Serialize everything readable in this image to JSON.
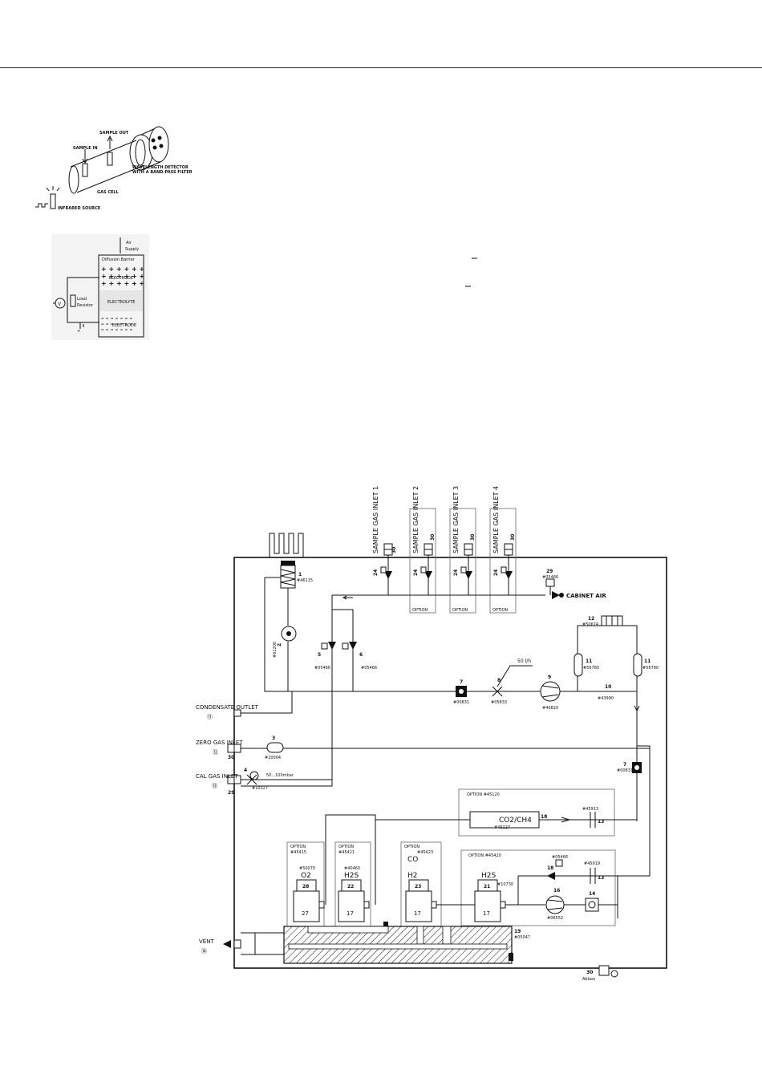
{
  "figure1": {
    "labels": {
      "sample_in": "SAMPLE IN",
      "sample_out": "SAMPLE OUT",
      "detector": "WAVELENGTH DETECTOR",
      "detector2": "WITH A BAND-PASS FILTER",
      "gas_cell": "GAS CELL",
      "ir_source": "INFRARED SOURCE"
    }
  },
  "figure2": {
    "labels": {
      "air": "Air",
      "supply": "Supply",
      "diffusion": "Diffusion Barrier",
      "electrode_top": "ELECTRODE",
      "electrolyte": "ELECTROLYTE",
      "load1": "Load",
      "load2": "Resistor",
      "electrode_bottom": "ELECTRODE"
    }
  },
  "schematic": {
    "inlets": [
      {
        "name": "SAMPLE GAS INLET 1",
        "num": "30"
      },
      {
        "name": "SAMPLE GAS INLET 2",
        "num": "30"
      },
      {
        "name": "SAMPLE GAS INLET 3",
        "num": "30"
      },
      {
        "name": "SAMPLE GAS INLET 4",
        "num": "30"
      }
    ],
    "option_label": "OPTION",
    "cabinet_air": "CABINET AIR",
    "left_ports": {
      "condensate": "CONDENSATE OUTLET",
      "condensate_num": "⑪",
      "zero_gas": "ZERO GAS INLET",
      "zero_num": "⑫",
      "cal_gas": "CAL GAS INLET",
      "cal_num": "⑬",
      "vent": "VENT",
      "vent_num": "⑭"
    },
    "parts": {
      "p1": "1",
      "p1_code": "#46115",
      "p2": "2",
      "p2_code": "#61200",
      "p3": "3",
      "p3_code": "#20004",
      "p4": "4",
      "p4_code": "#10327",
      "p4_range": "50...100mbar",
      "p5": "5",
      "p5_code": "#05466",
      "p6": "6",
      "p6_code": "#05466",
      "p7a": "7",
      "p7a_code": "#00831",
      "p7b": "7",
      "p7b_code": "#00831",
      "p8": "8",
      "p8_code": "#05833",
      "p8_flow": "50 l/h",
      "p9": "9",
      "p9_code": "#40820",
      "p10": "10",
      "p10_code": "#43990",
      "p11a": "11",
      "p11a_code": "#56780",
      "p11b": "11",
      "p11b_code": "#56780",
      "p12": "12",
      "p12_code": "#50674",
      "p14": "14",
      "p16": "16",
      "p16_code": "#06552",
      "p18": "18",
      "p18_code": "#05466",
      "p19": "19",
      "p19_code": "#05047",
      "p29": "29",
      "p29_code": "#05466",
      "p30": "30",
      "p30_code": "Ablass",
      "zero_num": "30",
      "cal_num": "29"
    },
    "co2_option": {
      "title": "OPTION #45120",
      "sensor": "CO2/CH4",
      "code": "#45127",
      "num": "18",
      "filter_code": "#45913",
      "filter_num": "13"
    },
    "h2s_option": {
      "title": "OPTION #45420",
      "filter_code": "#45919",
      "filter_num": "13"
    },
    "sensors": [
      {
        "option": "OPTION",
        "option_code": "#45415",
        "code": "#50070",
        "name": "O2",
        "num": "28",
        "base": "27"
      },
      {
        "option": "OPTION",
        "option_code": "#45421",
        "code": "#40460",
        "name": "H2S",
        "num": "22",
        "base": "17"
      },
      {
        "option": "OPTION",
        "option_code": "#45423",
        "code": "",
        "name": "CO",
        "name2": "H2",
        "num": "23",
        "base": "17"
      },
      {
        "option": "",
        "option_code": "",
        "code": "#10730",
        "name": "H2S",
        "num": "21",
        "base": "17"
      }
    ]
  }
}
